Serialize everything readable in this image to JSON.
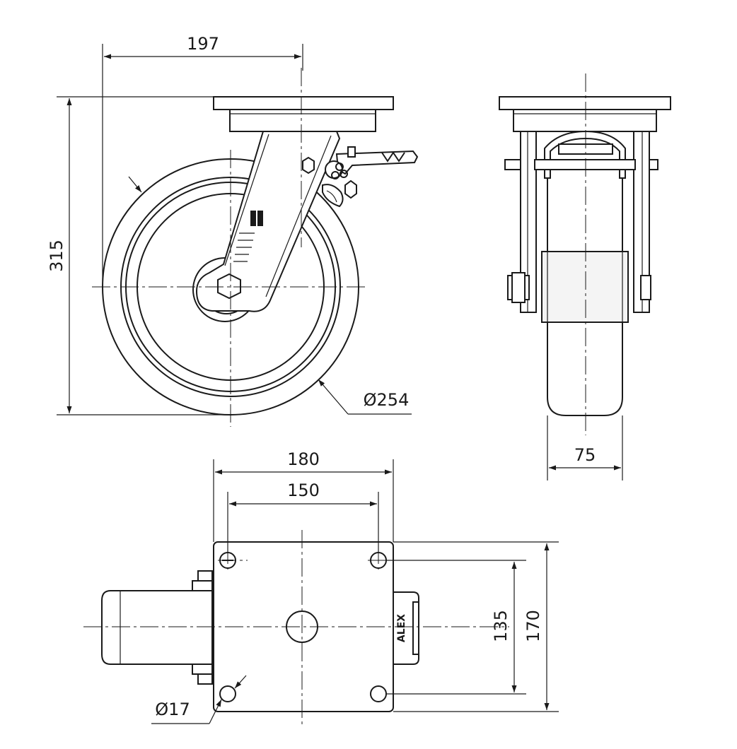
{
  "dimensions": {
    "swivel_offset": "197",
    "overall_height": "315",
    "wheel_diameter": "Ø254",
    "wheel_width": "75",
    "plate_width": "180",
    "hole_spacing_width": "150",
    "hole_spacing_depth": "135",
    "plate_depth": "170",
    "hole_diameter": "Ø17"
  },
  "brand_mark": "ALEX"
}
